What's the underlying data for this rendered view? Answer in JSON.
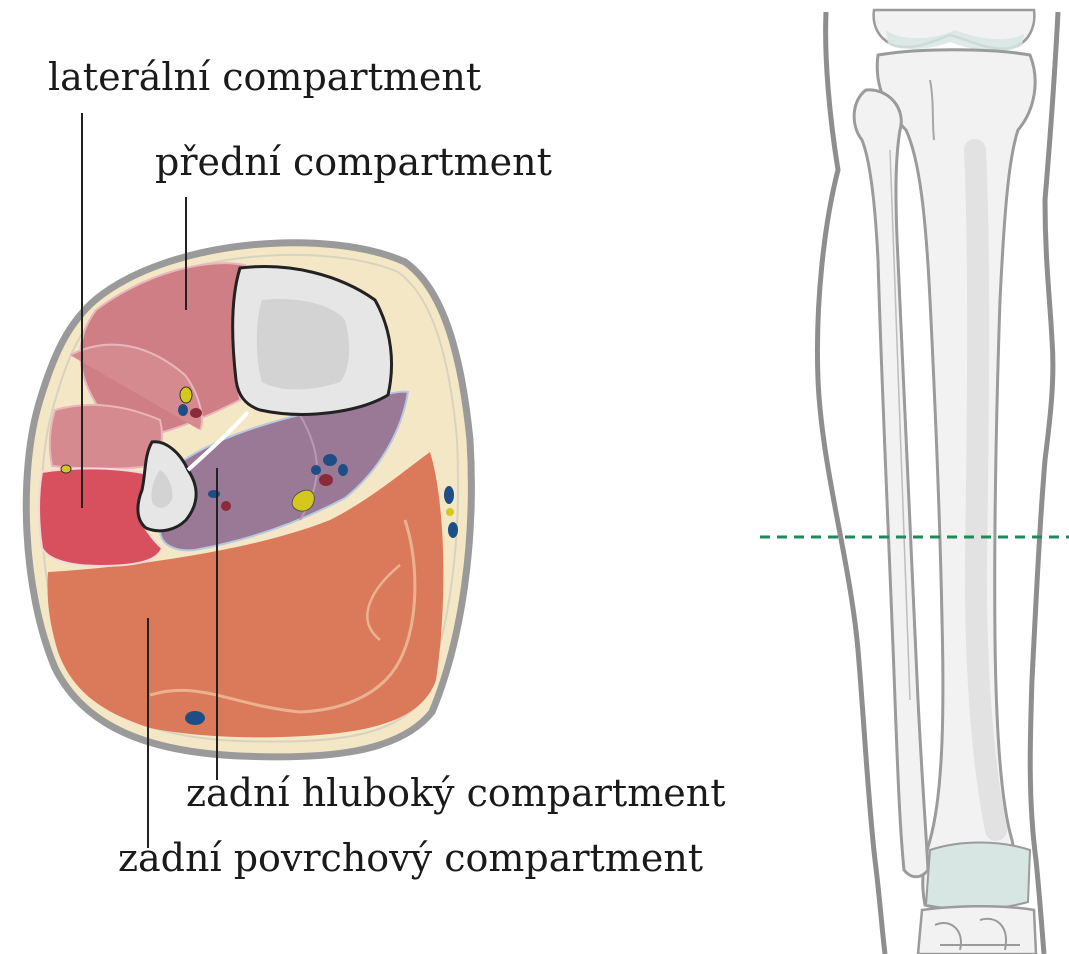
{
  "labels": {
    "lateral": "laterální compartment",
    "anterior": "přední compartment",
    "deep_posterior": "zadní hluboký compartment",
    "superficial_posterior": "zadní povrchový compartment"
  },
  "colors": {
    "skin_outline": "#9a9a9a",
    "subcutaneous_fat": "#f3e7c6",
    "anterior_muscle": "#cf7e86",
    "lateral_muscle_light": "#d58a90",
    "lateral_muscle_dark": "#d8505e",
    "deep_posterior_muscle": "#9a7996",
    "superficial_posterior_muscle": "#db7a5a",
    "bone_fill": "#e7e6e6",
    "bone_marrow": "#d3d3d3",
    "vein": "#1d4e86",
    "artery": "#8a2a3a",
    "nerve": "#d4c81c",
    "leg_bone_fill": "#f1f2f1",
    "leg_bone_outline": "#9b9b9b",
    "joint_cartilage": "#d7e6e3",
    "section_line": "#1e8a5a"
  },
  "icons": {
    "cross_section": "lower-leg-cross-section-icon",
    "leg_skeleton": "lower-leg-skeleton-icon",
    "section_line": "dashed-section-line-icon"
  }
}
